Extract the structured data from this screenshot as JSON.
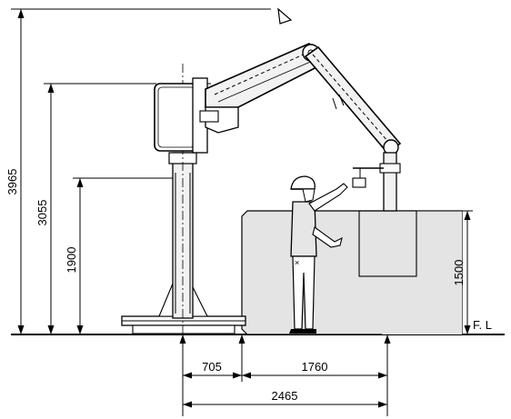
{
  "drawing": {
    "dimensions": {
      "overall_height": "3965",
      "arm_height": "3055",
      "column_height": "1900",
      "machine_height": "1500",
      "base_offset": "705",
      "reach": "1760",
      "total_reach": "2465"
    },
    "floor_label": "F. L"
  },
  "colors": {
    "line": "#000000",
    "machine_fill": "#e4e4e4",
    "crane_fill": "#f2f2f2"
  }
}
